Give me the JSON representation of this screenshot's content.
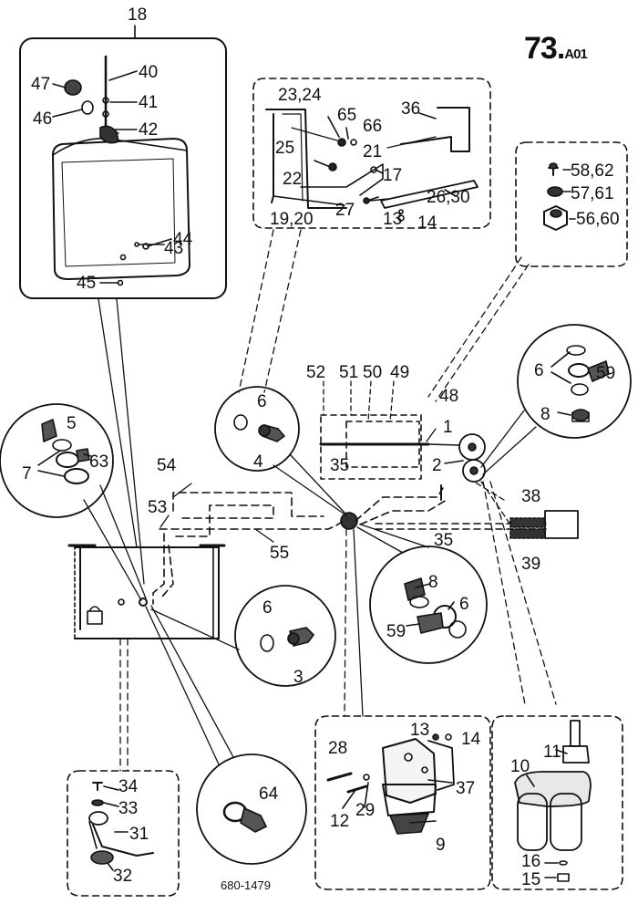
{
  "page": {
    "ref_main": "73.",
    "ref_sub": "A01",
    "drawing_number": "680-1479"
  },
  "labels": {
    "l18": "18",
    "l40": "40",
    "l47": "47",
    "l41": "41",
    "l46": "46",
    "l42": "42",
    "l44": "44",
    "l43": "43",
    "l45": "45",
    "l2324": "23,24",
    "l65": "65",
    "l66": "66",
    "l36": "36",
    "l25": "25",
    "l21": "21",
    "l22": "22",
    "l17": "17",
    "l27": "27",
    "l2630": "26,30",
    "l1920": "19,20",
    "l13a": "13",
    "l14a": "14",
    "l5862": "58,62",
    "l5761": "57,61",
    "l5660": "56,60",
    "l52": "52",
    "l51": "51",
    "l50": "50",
    "l49": "49",
    "l48": "48",
    "l1": "1",
    "l2": "2",
    "l35a": "35",
    "l35b": "35",
    "l38": "38",
    "l39": "39",
    "l6a": "6",
    "l59a": "59",
    "l8a": "8",
    "l6b": "6",
    "l4": "4",
    "l5": "5",
    "l7": "7",
    "l63": "63",
    "l54": "54",
    "l53": "53",
    "l55": "55",
    "l6c": "6",
    "l3": "3",
    "l8b": "8",
    "l6d": "6",
    "l59b": "59",
    "l34": "34",
    "l33": "33",
    "l31": "31",
    "l32": "32",
    "l64": "64",
    "l28": "28",
    "l13b": "13",
    "l14b": "14",
    "l37": "37",
    "l12": "12",
    "l29": "29",
    "l9": "9",
    "l11": "11",
    "l10": "10",
    "l16": "16",
    "l15": "15"
  }
}
